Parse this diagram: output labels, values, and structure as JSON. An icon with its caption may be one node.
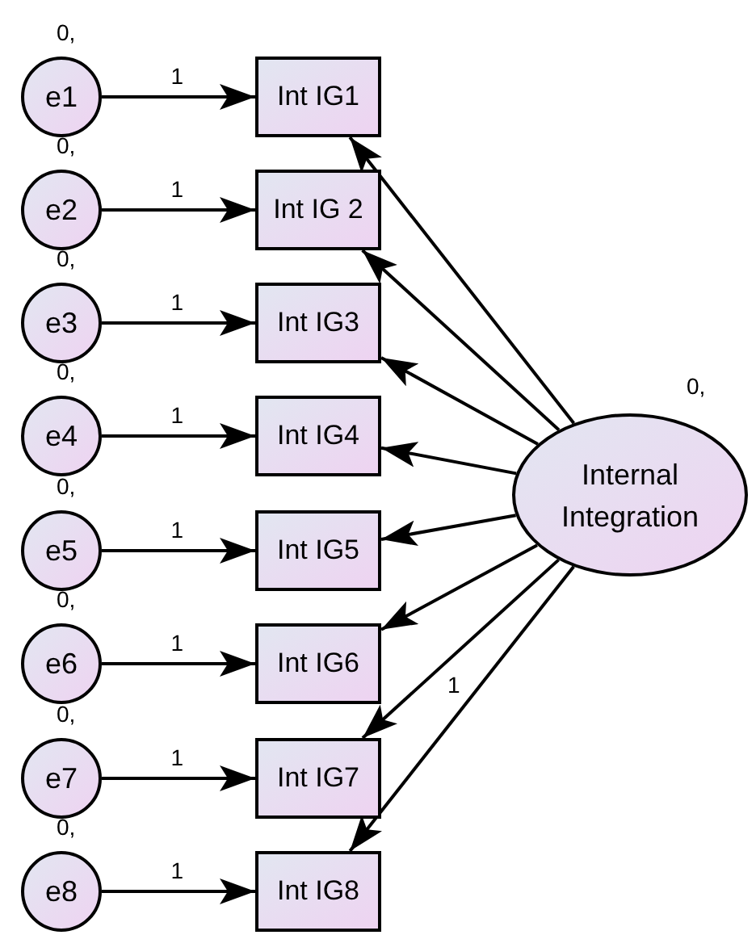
{
  "diagram": {
    "nodes": [
      {
        "text": [
          "e1"
        ],
        "beside": [
          "0,"
        ]
      },
      {
        "text": [
          "Int IG1"
        ]
      },
      {
        "text": [
          "e2"
        ],
        "beside": [
          "0,"
        ]
      },
      {
        "text": [
          "Int IG 2"
        ]
      },
      {
        "text": [
          "e3"
        ],
        "beside": [
          "0,"
        ]
      },
      {
        "text": [
          "Int IG3"
        ]
      },
      {
        "text": [
          "e4"
        ],
        "beside": [
          "0,"
        ]
      },
      {
        "text": [
          "Int IG4"
        ]
      },
      {
        "text": [
          "e5"
        ],
        "beside": [
          "0,"
        ]
      },
      {
        "text": [
          "Int IG5"
        ]
      },
      {
        "text": [
          "e6"
        ],
        "beside": [
          "0,"
        ]
      },
      {
        "text": [
          "Int IG6"
        ]
      },
      {
        "text": [
          "e7"
        ],
        "beside": [
          "0,"
        ]
      },
      {
        "text": [
          "Int IG7"
        ]
      },
      {
        "text": [
          "e8"
        ],
        "beside": [
          "0,"
        ]
      },
      {
        "text": [
          "Int IG8"
        ]
      },
      {
        "text": [
          "Internal Integration"
        ],
        "beside": [
          "0,"
        ]
      }
    ],
    "edges": [
      {
        "from": 0,
        "to": 1,
        "arrow": "to",
        "label": "1"
      },
      {
        "from": 2,
        "to": 3,
        "arrow": "to",
        "label": "1"
      },
      {
        "from": 4,
        "to": 5,
        "arrow": "to",
        "label": "1"
      },
      {
        "from": 6,
        "to": 7,
        "arrow": "to",
        "label": "1"
      },
      {
        "from": 8,
        "to": 9,
        "arrow": "to",
        "label": "1"
      },
      {
        "from": 10,
        "to": 11,
        "arrow": "to",
        "label": "1"
      },
      {
        "from": 12,
        "to": 13,
        "arrow": "to",
        "label": "1"
      },
      {
        "from": 14,
        "to": 15,
        "arrow": "to",
        "label": "1"
      },
      {
        "from": 16,
        "to": 1,
        "arrow": "to"
      },
      {
        "from": 16,
        "to": 3,
        "arrow": "to"
      },
      {
        "from": 16,
        "to": 5,
        "arrow": "to"
      },
      {
        "from": 16,
        "to": 7,
        "arrow": "to"
      },
      {
        "from": 16,
        "to": 9,
        "arrow": "to"
      },
      {
        "from": 16,
        "to": 11,
        "arrow": "to"
      },
      {
        "from": 16,
        "to": 13,
        "arrow": "to",
        "label": "1"
      },
      {
        "from": 16,
        "to": 15,
        "arrow": "to"
      }
    ]
  }
}
